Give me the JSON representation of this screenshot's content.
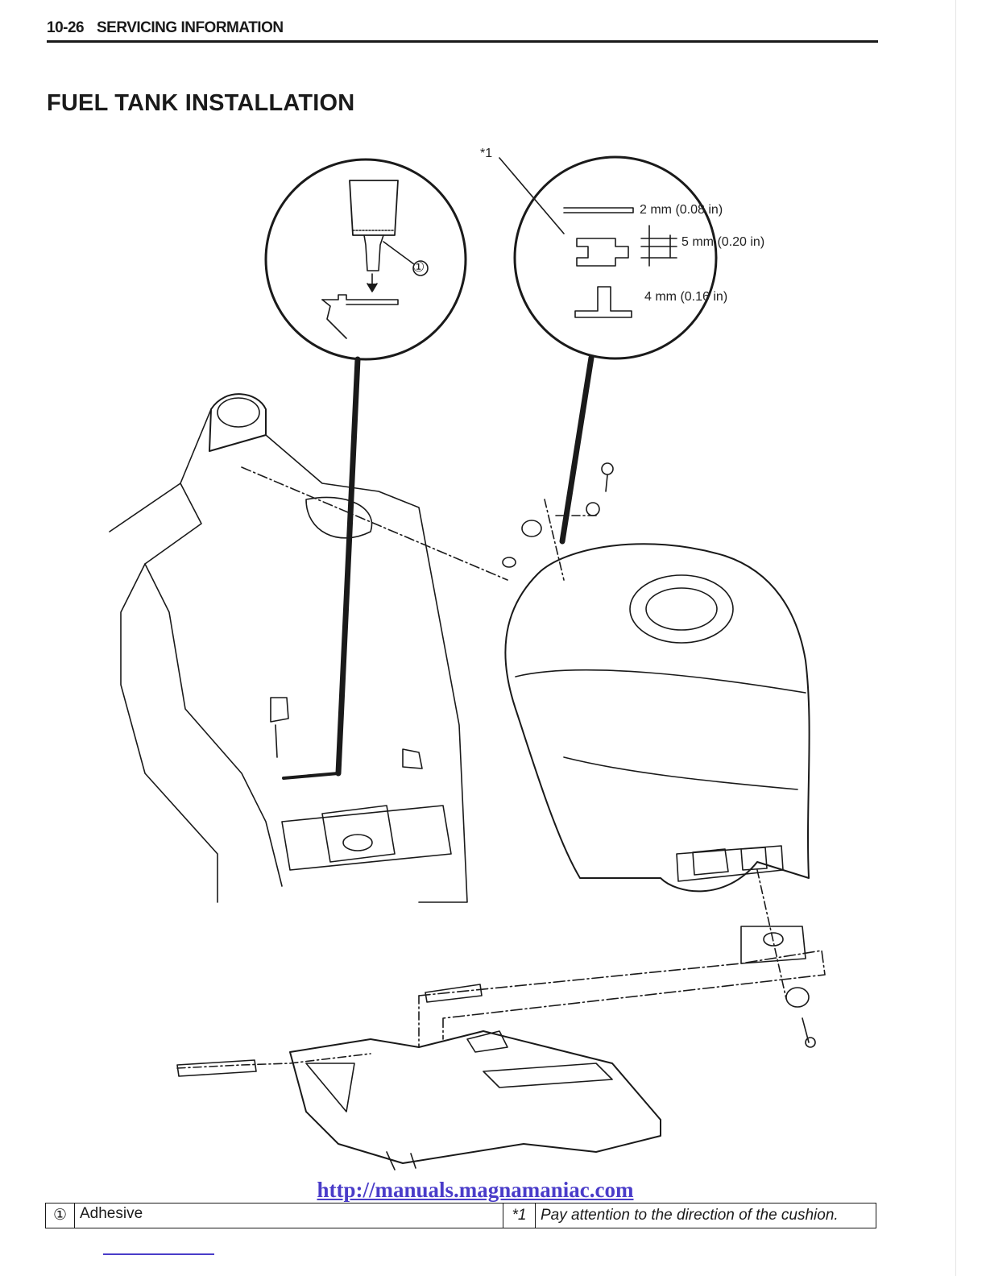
{
  "header": {
    "page_number": "10-26",
    "section": "SERVICING INFORMATION"
  },
  "title": "FUEL TANK INSTALLATION",
  "diagram": {
    "callout_star": "*1",
    "callout_circle_1": "①",
    "dim_2mm": "2 mm (0.08 in)",
    "dim_5mm": "5 mm (0.20 in)",
    "dim_4mm": "4 mm (0.16 in)"
  },
  "watermark": "http://manuals.magnamaniac.com",
  "legend": {
    "key1": "①",
    "value1": "Adhesive",
    "key2": "*1",
    "value2": "Pay attention to the direction of the cushion."
  }
}
